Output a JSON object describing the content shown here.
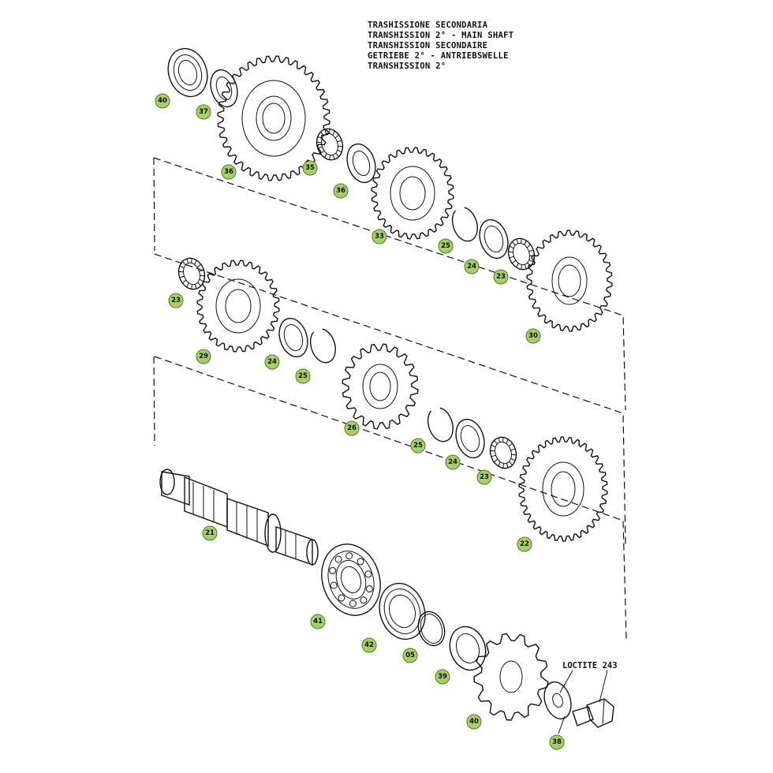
{
  "title_lines": [
    "TRASHISSIONE  SECONDARIA",
    "TRANSHISSION 2° - MAIN SHAFT",
    "TRANSHISSION SECONDAIRE",
    "GETRIEBE 2° - ANTRIEBSWELLE",
    "TRANSHISSION 2°"
  ],
  "loctite_label": "LOCTITE 243",
  "badges": [
    {
      "id": "b-40a",
      "label": "40"
    },
    {
      "id": "b-37",
      "label": "37"
    },
    {
      "id": "b-36",
      "label": "36"
    },
    {
      "id": "b-35",
      "label": "35"
    },
    {
      "id": "b-34",
      "label": "36"
    },
    {
      "id": "b-33",
      "label": "33"
    },
    {
      "id": "b-25a",
      "label": "25"
    },
    {
      "id": "b-24a",
      "label": "24"
    },
    {
      "id": "b-23a",
      "label": "23"
    },
    {
      "id": "b-30",
      "label": "30"
    },
    {
      "id": "b-23b",
      "label": "23"
    },
    {
      "id": "b-29",
      "label": "29"
    },
    {
      "id": "b-24b",
      "label": "24"
    },
    {
      "id": "b-25b",
      "label": "25"
    },
    {
      "id": "b-26",
      "label": "26"
    },
    {
      "id": "b-25c",
      "label": "25"
    },
    {
      "id": "b-24c",
      "label": "24"
    },
    {
      "id": "b-23c",
      "label": "23"
    },
    {
      "id": "b-22",
      "label": "22"
    },
    {
      "id": "b-21",
      "label": "21"
    },
    {
      "id": "b-41",
      "label": "41"
    },
    {
      "id": "b-42",
      "label": "42"
    },
    {
      "id": "b-05",
      "label": "05"
    },
    {
      "id": "b-39",
      "label": "39"
    },
    {
      "id": "b-40b",
      "label": "40"
    },
    {
      "id": "b-38",
      "label": "38"
    }
  ]
}
